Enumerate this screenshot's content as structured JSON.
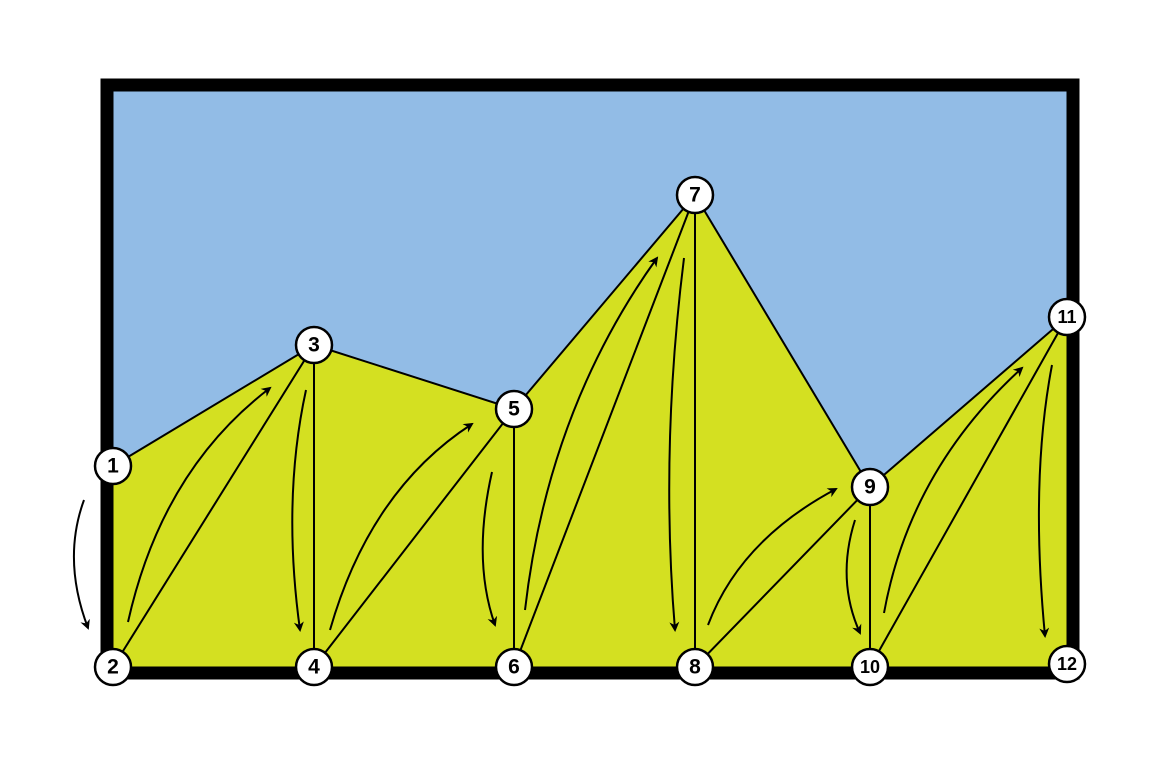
{
  "colors": {
    "sky": "#92bce6",
    "ground": "#d4e021",
    "frame": "#000000",
    "line": "#000000",
    "node_fill": "#ffffff"
  },
  "nodes": [
    {
      "id": 1,
      "label": "1"
    },
    {
      "id": 2,
      "label": "2"
    },
    {
      "id": 3,
      "label": "3"
    },
    {
      "id": 4,
      "label": "4"
    },
    {
      "id": 5,
      "label": "5"
    },
    {
      "id": 6,
      "label": "6"
    },
    {
      "id": 7,
      "label": "7"
    },
    {
      "id": 8,
      "label": "8"
    },
    {
      "id": 9,
      "label": "9"
    },
    {
      "id": 10,
      "label": "10"
    },
    {
      "id": 11,
      "label": "11"
    },
    {
      "id": 12,
      "label": "12"
    }
  ],
  "edges": [
    [
      1,
      3
    ],
    [
      3,
      5
    ],
    [
      5,
      7
    ],
    [
      7,
      9
    ],
    [
      9,
      11
    ],
    [
      2,
      3
    ],
    [
      3,
      4
    ],
    [
      4,
      5
    ],
    [
      5,
      6
    ],
    [
      6,
      7
    ],
    [
      7,
      8
    ],
    [
      8,
      9
    ],
    [
      9,
      10
    ],
    [
      10,
      11
    ]
  ],
  "sequence": [
    1,
    2,
    3,
    4,
    5,
    6,
    7,
    8,
    9,
    10,
    11,
    12
  ]
}
